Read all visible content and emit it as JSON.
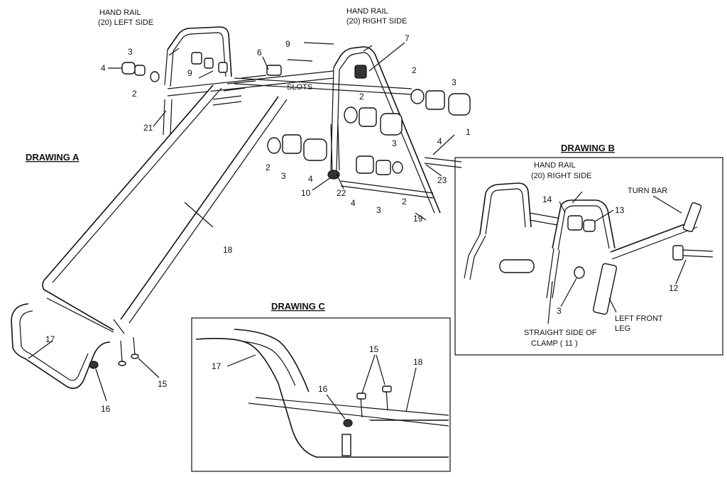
{
  "drawings": {
    "a": {
      "heading": "DRAWING  A",
      "hand_rail_left": [
        "HAND RAIL",
        "(20) LEFT SIDE"
      ],
      "hand_rail_right": [
        "HAND RAIL",
        "(20) RIGHT SIDE"
      ],
      "slots_label": "SLOTS",
      "part_numbers": [
        "1",
        "2",
        "2",
        "2",
        "2",
        "2",
        "3",
        "3",
        "3",
        "3",
        "3",
        "4",
        "4",
        "4",
        "4",
        "6",
        "7",
        "9",
        "9",
        "10",
        "15",
        "16",
        "17",
        "18",
        "19",
        "21",
        "22",
        "23"
      ]
    },
    "b": {
      "heading": "DRAWING  B",
      "hand_rail": [
        "HAND RAIL",
        "(20) RIGHT SIDE"
      ],
      "turn_bar": "TURN BAR",
      "left_front_leg": [
        "LEFT FRONT",
        "LEG"
      ],
      "clamp": [
        "STRAIGHT SIDE OF",
        "CLAMP ( 11 )"
      ],
      "part_numbers": [
        "14",
        "13",
        "12",
        "3"
      ]
    },
    "c": {
      "heading": "DRAWING C",
      "part_numbers": [
        "17",
        "15",
        "16",
        "18"
      ]
    }
  }
}
